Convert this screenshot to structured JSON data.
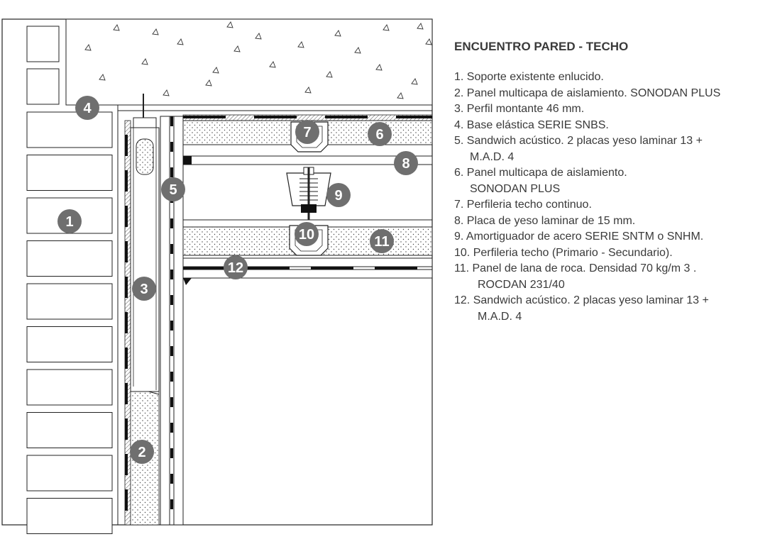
{
  "title": "ENCUENTRO PARED - TECHO",
  "items": [
    {
      "num": "1",
      "lines": [
        "1. Soporte existente enlucido."
      ]
    },
    {
      "num": "2",
      "lines": [
        "2. Panel multicapa de aislamiento. SONODAN PLUS"
      ]
    },
    {
      "num": "3",
      "lines": [
        "3. Perfil montante 46 mm."
      ]
    },
    {
      "num": "4",
      "lines": [
        "4. Base elástica SERIE SNBS."
      ]
    },
    {
      "num": "5",
      "lines": [
        "5. Sandwich acústico. 2 placas yeso laminar 13 +",
        "M.A.D. 4"
      ]
    },
    {
      "num": "6",
      "lines": [
        "6. Panel multicapa de aislamiento.",
        "SONODAN PLUS"
      ]
    },
    {
      "num": "7",
      "lines": [
        "7. Perfileria techo continuo."
      ]
    },
    {
      "num": "8",
      "lines": [
        "8. Placa de yeso laminar de 15 mm."
      ]
    },
    {
      "num": "9",
      "lines": [
        "9. Amortiguador de acero SERIE SNTM o SNHM."
      ]
    },
    {
      "num": "10",
      "lines": [
        "10. Perfileria techo (Primario - Secundario)."
      ]
    },
    {
      "num": "11",
      "lines": [
        "11. Panel de lana de roca. Densidad 70 kg/m 3 .",
        "ROCDAN 231/40"
      ]
    },
    {
      "num": "12",
      "lines": [
        "12. Sandwich acústico. 2 placas yeso laminar 13 +",
        "M.A.D. 4"
      ]
    }
  ],
  "badges": [
    "1",
    "2",
    "3",
    "4",
    "5",
    "6",
    "7",
    "8",
    "9",
    "10",
    "11",
    "12"
  ],
  "colors": {
    "badge": "#6f6f6f",
    "line": "#1a1a1a",
    "text": "#3a3a3a",
    "fill": "#ffffff"
  }
}
